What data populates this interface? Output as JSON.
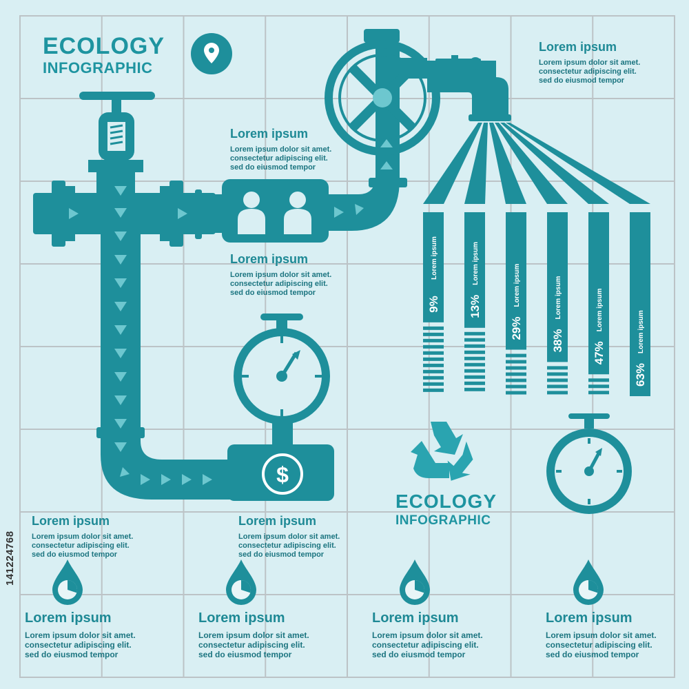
{
  "header": {
    "title_line1": "ECOLOGY",
    "title_line2": "INFOGRAPHIC"
  },
  "footer_title": {
    "line1": "ECOLOGY",
    "line2": "INFOGRAPHIC"
  },
  "side_id": "141224768",
  "colors": {
    "primary": "#1e8f9b",
    "background": "#d9eff3",
    "grid": "#bcc3c6",
    "text": "#1c7580"
  },
  "icons": [
    "map-pin-icon",
    "valve-wheel-icon",
    "faucet-icon",
    "people-icon",
    "stopwatch-icon",
    "dollar-icon",
    "recycle-icon",
    "water-drop-icon"
  ],
  "blocks": {
    "top_right": {
      "heading": "Lorem ipsum",
      "body": [
        "Lorem ipsum dolor sit amet.",
        "consectetur adipiscing elit.",
        "sed do eiusmod tempor"
      ]
    },
    "mid_upper": {
      "heading": "Lorem ipsum",
      "body": [
        "Lorem ipsum dolor sit amet.",
        "consectetur adipiscing elit.",
        "sed do eiusmod tempor"
      ]
    },
    "mid_lower": {
      "heading": "Lorem ipsum",
      "body": [
        "Lorem ipsum dolor sit amet.",
        "consectetur adipiscing elit.",
        "sed do eiusmod tempor"
      ]
    },
    "left_bottom": {
      "heading": "Lorem ipsum",
      "body": [
        "Lorem ipsum dolor sit amet.",
        "consectetur adipiscing elit.",
        "sed do eiusmod tempor"
      ]
    },
    "center_bottom": {
      "heading": "Lorem ipsum",
      "body": [
        "Lorem ipsum dolor sit amet.",
        "consectetur adipiscing elit.",
        "sed do eiusmod tempor"
      ]
    }
  },
  "footer_blocks": [
    {
      "heading": "Lorem ipsum",
      "body": [
        "Lorem ipsum dolor sit amet.",
        "consectetur adipiscing elit.",
        "sed do eiusmod tempor"
      ],
      "fill": 0.3
    },
    {
      "heading": "Lorem ipsum",
      "body": [
        "Lorem ipsum dolor sit amet.",
        "consectetur adipiscing elit.",
        "sed do eiusmod tempor"
      ],
      "fill": 0.3
    },
    {
      "heading": "Lorem ipsum",
      "body": [
        "Lorem ipsum dolor sit amet.",
        "consectetur adipiscing elit.",
        "sed do eiusmod tempor"
      ],
      "fill": 0.3
    },
    {
      "heading": "Lorem ipsum",
      "body": [
        "Lorem ipsum dolor sit amet.",
        "consectetur adipiscing elit.",
        "sed do eiusmod tempor"
      ],
      "fill": 0.3
    }
  ],
  "bars": [
    {
      "value": "9%",
      "label": "Lorem ipsum",
      "pct": 9
    },
    {
      "value": "13%",
      "label": "Lorem ipsum",
      "pct": 13
    },
    {
      "value": "29%",
      "label": "Lorem ipsum",
      "pct": 29
    },
    {
      "value": "38%",
      "label": "Lorem ipsum",
      "pct": 38
    },
    {
      "value": "47%",
      "label": "Lorem ipsum",
      "pct": 47
    },
    {
      "value": "63%",
      "label": "Lorem ipsum",
      "pct": 63
    }
  ]
}
